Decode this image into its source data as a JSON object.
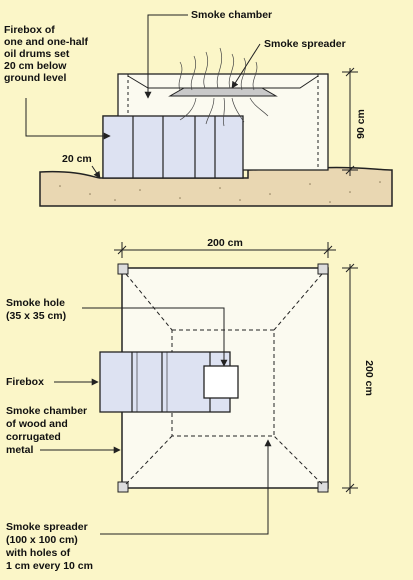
{
  "colors": {
    "background": "#fbf6c8",
    "drum_fill": "#dde2f2",
    "ground_fill": "#e9d7b2",
    "line": "#222222"
  },
  "side_view": {
    "firebox_label": [
      "Firebox of",
      "one and one-half",
      "oil drums set",
      "20 cm below",
      "ground level"
    ],
    "smoke_chamber_label": "Smoke chamber",
    "smoke_spreader_label": "Smoke spreader",
    "depth_label": "20  cm",
    "height_label": "90  cm"
  },
  "plan_view": {
    "width_label": "200  cm",
    "depth_label": "200  cm",
    "smoke_hole_label": [
      "Smoke hole",
      "(35 x 35 cm)"
    ],
    "firebox_label": "Firebox",
    "chamber_label": [
      "Smoke chamber",
      "of wood and",
      "corrugated",
      "metal"
    ],
    "spreader_label": [
      "Smoke spreader",
      "(100 x 100 cm)",
      "with holes of",
      "1 cm every 10 cm"
    ]
  }
}
